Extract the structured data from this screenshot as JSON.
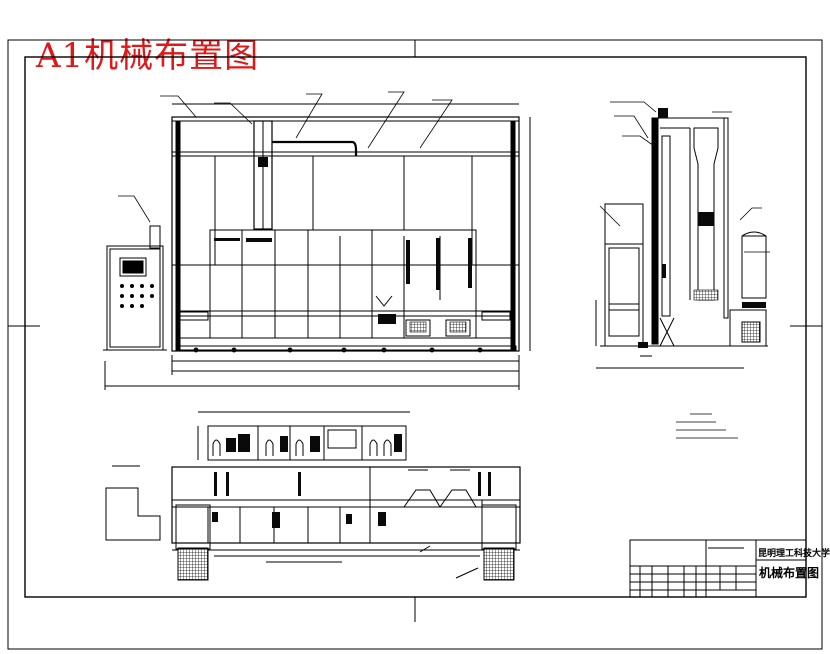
{
  "drawing": {
    "title": "A1机械布置图",
    "title_color": "#e01818",
    "line_color": "#000000",
    "hatch_color": "#0a0a0a"
  },
  "title_block": {
    "school": "昆明理工科技大学",
    "drawing_name": "机械布置图"
  }
}
